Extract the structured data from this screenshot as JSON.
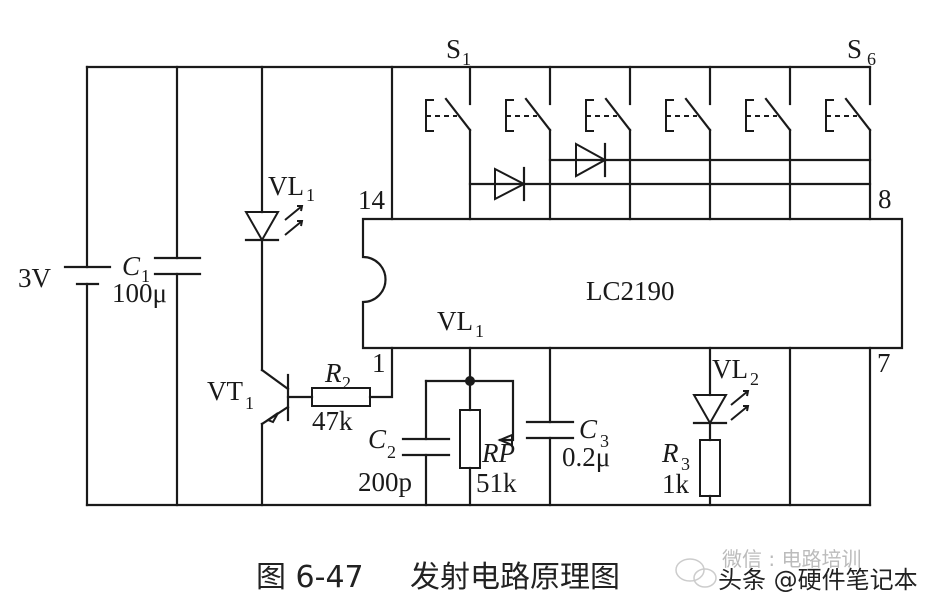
{
  "diagram": {
    "ic": {
      "name": "LC2190",
      "center_label": "VL",
      "center_label_sub": "1",
      "pins": {
        "p14": "14",
        "p8": "8",
        "p1": "1",
        "p7": "7"
      }
    },
    "battery": {
      "label": "3V"
    },
    "c1": {
      "name": "C",
      "sub": "1",
      "value": "100μ"
    },
    "vl1": {
      "name": "VL",
      "sub": "1"
    },
    "vt1": {
      "name": "VT",
      "sub": "1"
    },
    "r2": {
      "name": "R",
      "sub": "2",
      "value": "47k"
    },
    "c2": {
      "name": "C",
      "sub": "2",
      "value": "200p"
    },
    "rp": {
      "name": "RP",
      "value": "51k"
    },
    "c3": {
      "name": "C",
      "sub": "3",
      "value": "0.2μ"
    },
    "vl2": {
      "name": "VL",
      "sub": "2"
    },
    "r3": {
      "name": "R",
      "sub": "3",
      "value": "1k"
    },
    "switches": {
      "first": "S",
      "first_sub": "1",
      "last": "S",
      "last_sub": "6",
      "count": 6
    }
  },
  "caption": {
    "figure": "图 6-47",
    "title": "发射电路原理图"
  },
  "watermark": {
    "text": "头条 @硬件笔记本",
    "faint_text": "微信 : 电路培训"
  }
}
